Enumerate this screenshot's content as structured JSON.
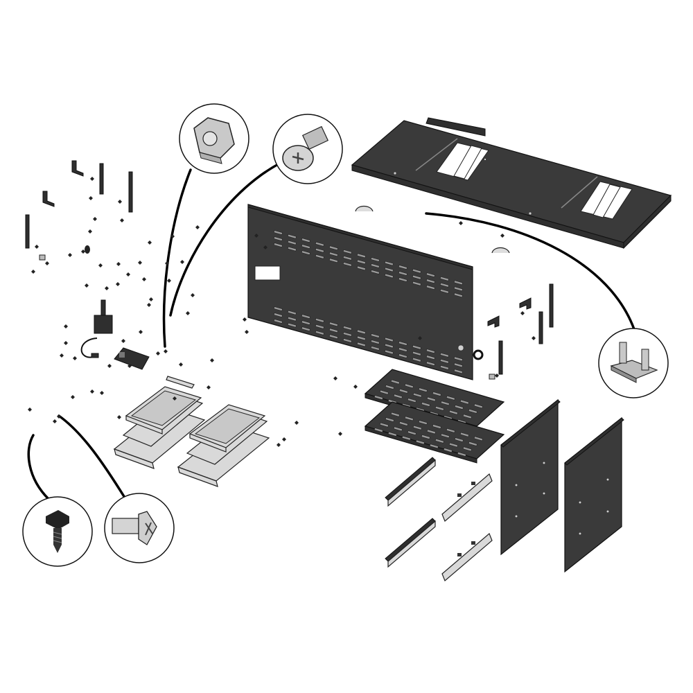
{
  "diagram": {
    "type": "exploded-parts-view",
    "colors": {
      "panel": "#3a3a3a",
      "tray": "#d9d9d9",
      "outline": "#111111",
      "background": "#ffffff"
    },
    "callouts": [
      {
        "name": "callout-flange-nut",
        "icon": "flange-nut-icon"
      },
      {
        "name": "callout-phillips-pan-screw",
        "icon": "pan-head-screw-icon"
      },
      {
        "name": "callout-locating-pins",
        "icon": "locating-pin-bracket-icon"
      },
      {
        "name": "callout-self-tapping-screw",
        "icon": "self-tapping-screw-icon"
      },
      {
        "name": "callout-countersunk-screw",
        "icon": "countersunk-screw-icon"
      }
    ],
    "parts": [
      "top-panel",
      "back-panel",
      "rack-upper",
      "rack-lower",
      "side-panel-left",
      "side-panel-right",
      "drip-tray-left",
      "drip-tray-right",
      "drawer-slides",
      "transformer-with-cable",
      "switch-box",
      "brackets",
      "hardware-fasteners"
    ]
  }
}
